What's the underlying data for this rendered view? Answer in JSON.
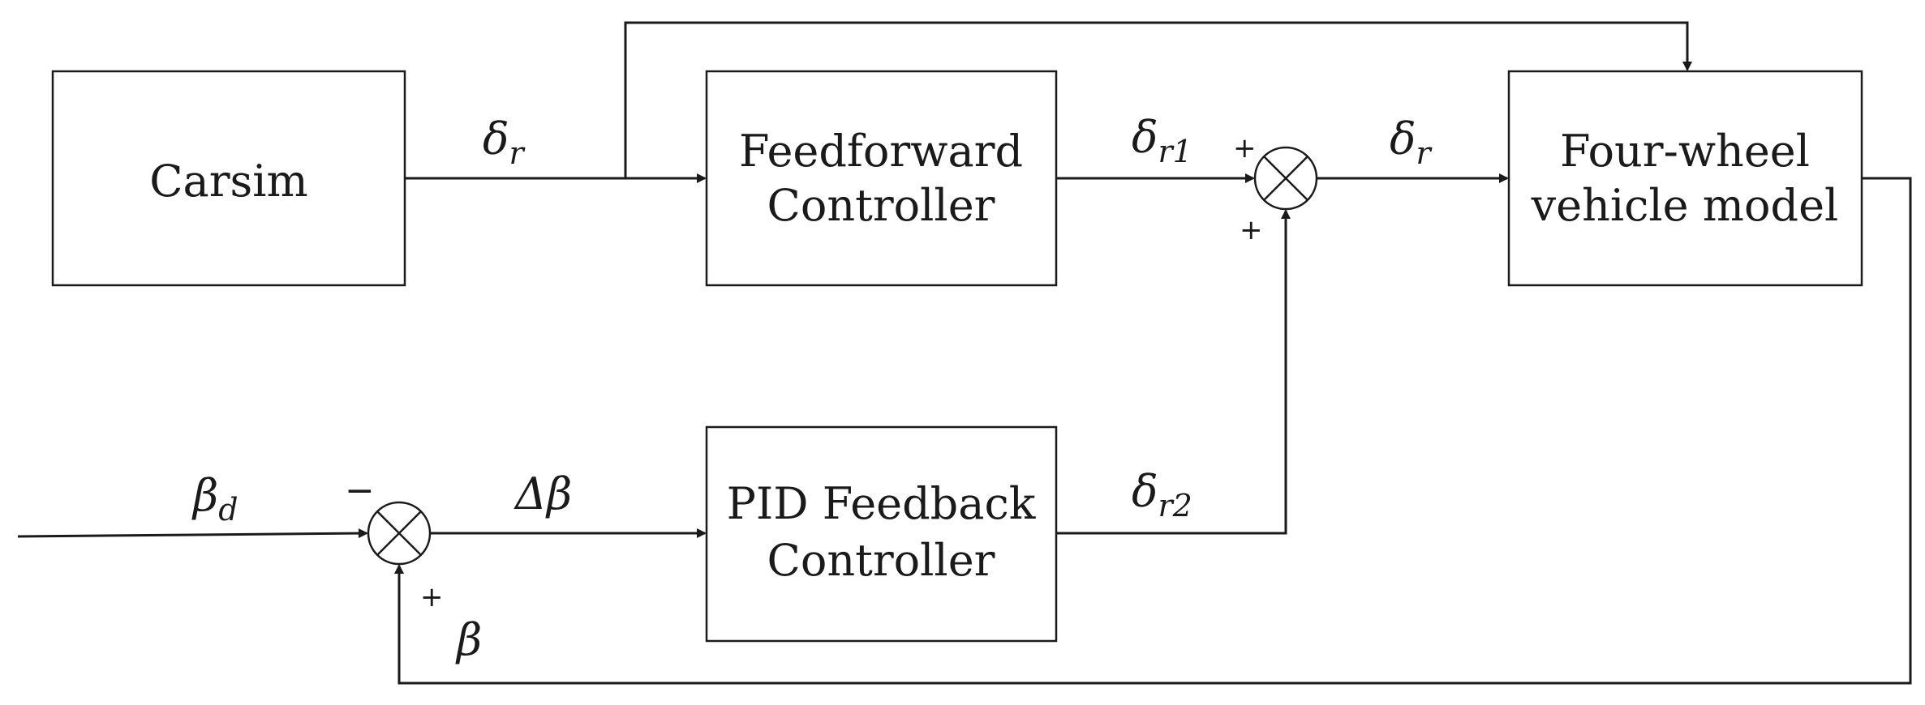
{
  "blocks": {
    "carsim": {
      "label": "Carsim"
    },
    "feedforward": {
      "line1": "Feedforward",
      "line2": "Controller"
    },
    "vehicle": {
      "line1": "Four-wheel",
      "line2": "vehicle model"
    },
    "pid": {
      "line1": "PID Feedback",
      "line2": "Controller"
    }
  },
  "signals": {
    "delta_r_in": {
      "base": "δ",
      "sub": "r"
    },
    "delta_r1": {
      "base": "δ",
      "sub": "r1"
    },
    "delta_r_out": {
      "base": "δ",
      "sub": "r"
    },
    "delta_r2": {
      "base": "δ",
      "sub": "r2"
    },
    "beta_d": {
      "base": "β",
      "sub": "d"
    },
    "delta_beta": {
      "text": "Δβ"
    },
    "beta": {
      "text": "β"
    }
  },
  "junctions": {
    "top_sum": {
      "sign_left": "+",
      "sign_bottom": "+"
    },
    "bottom_sum": {
      "sign_left": "−",
      "sign_bottom": "+"
    }
  }
}
